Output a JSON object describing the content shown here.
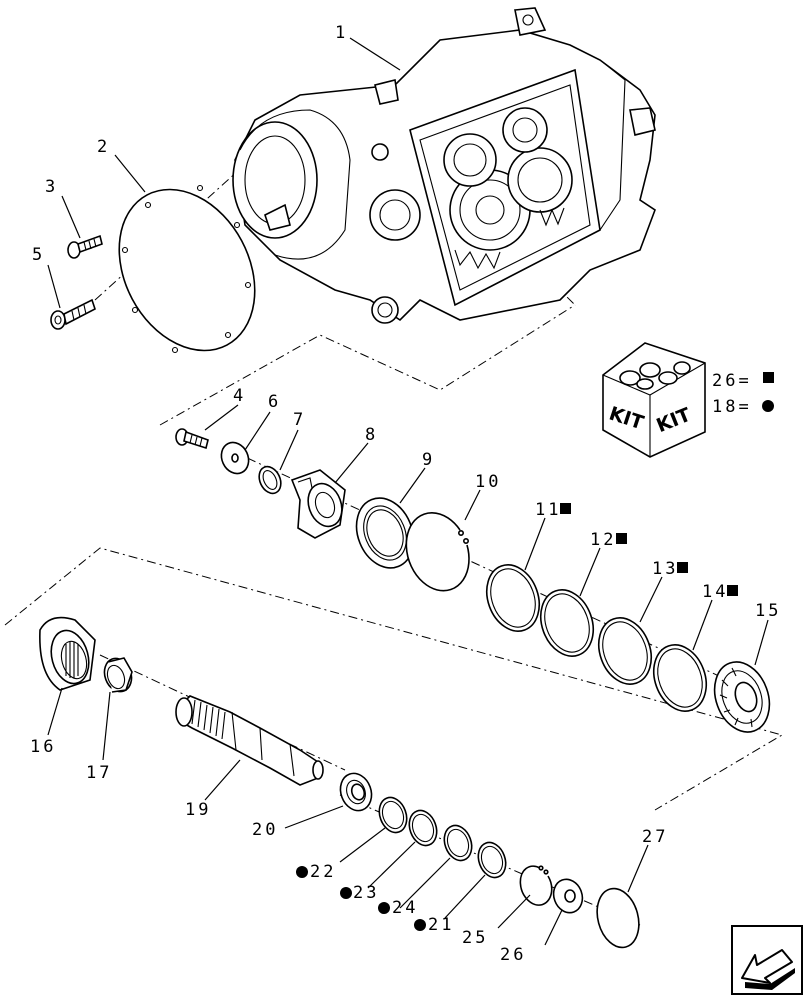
{
  "labels": {
    "l1": "1",
    "l2": "2",
    "l3": "3",
    "l4": "4",
    "l5": "5",
    "l6": "6",
    "l7": "7",
    "l8": "8",
    "l9": "9",
    "l10": "10",
    "l11": "11",
    "l12": "12",
    "l13": "13",
    "l14": "14",
    "l15": "15",
    "l16": "16",
    "l17": "17",
    "l19": "19",
    "l20": "20",
    "l21": "21",
    "l22": "22",
    "l23": "23",
    "l24": "24",
    "l25": "25",
    "l26": "26",
    "l27": "27"
  },
  "kit": {
    "box_text_left": "KIT",
    "box_text_right": "KIT",
    "legend_square": "26=",
    "legend_circle": "18="
  },
  "icons": {
    "square_marker": "filled-square",
    "circle_marker": "filled-circle",
    "nav": "arrow-return-icon"
  }
}
